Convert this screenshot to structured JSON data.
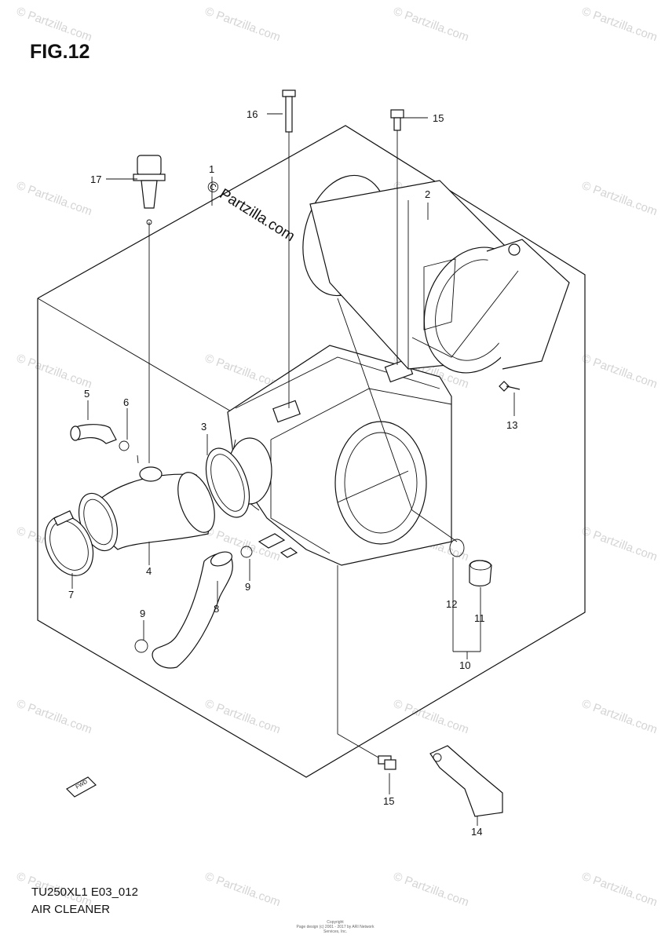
{
  "figure": {
    "title": "FIG.12",
    "code": "TU250XL1 E03_012",
    "name": "AIR CLEANER",
    "copyright": [
      "Copyright",
      "Page design (c) 2001 - 2017 by ARI Network Services, Inc."
    ]
  },
  "watermark": {
    "text": "© Partzilla.com",
    "center_text": "© Partzilla.com"
  },
  "callouts": [
    "1",
    "2",
    "3",
    "4",
    "5",
    "6",
    "7",
    "8",
    "9",
    "9",
    "10",
    "11",
    "12",
    "13",
    "14",
    "15",
    "15",
    "16",
    "17"
  ],
  "fwd_label": "FWD"
}
